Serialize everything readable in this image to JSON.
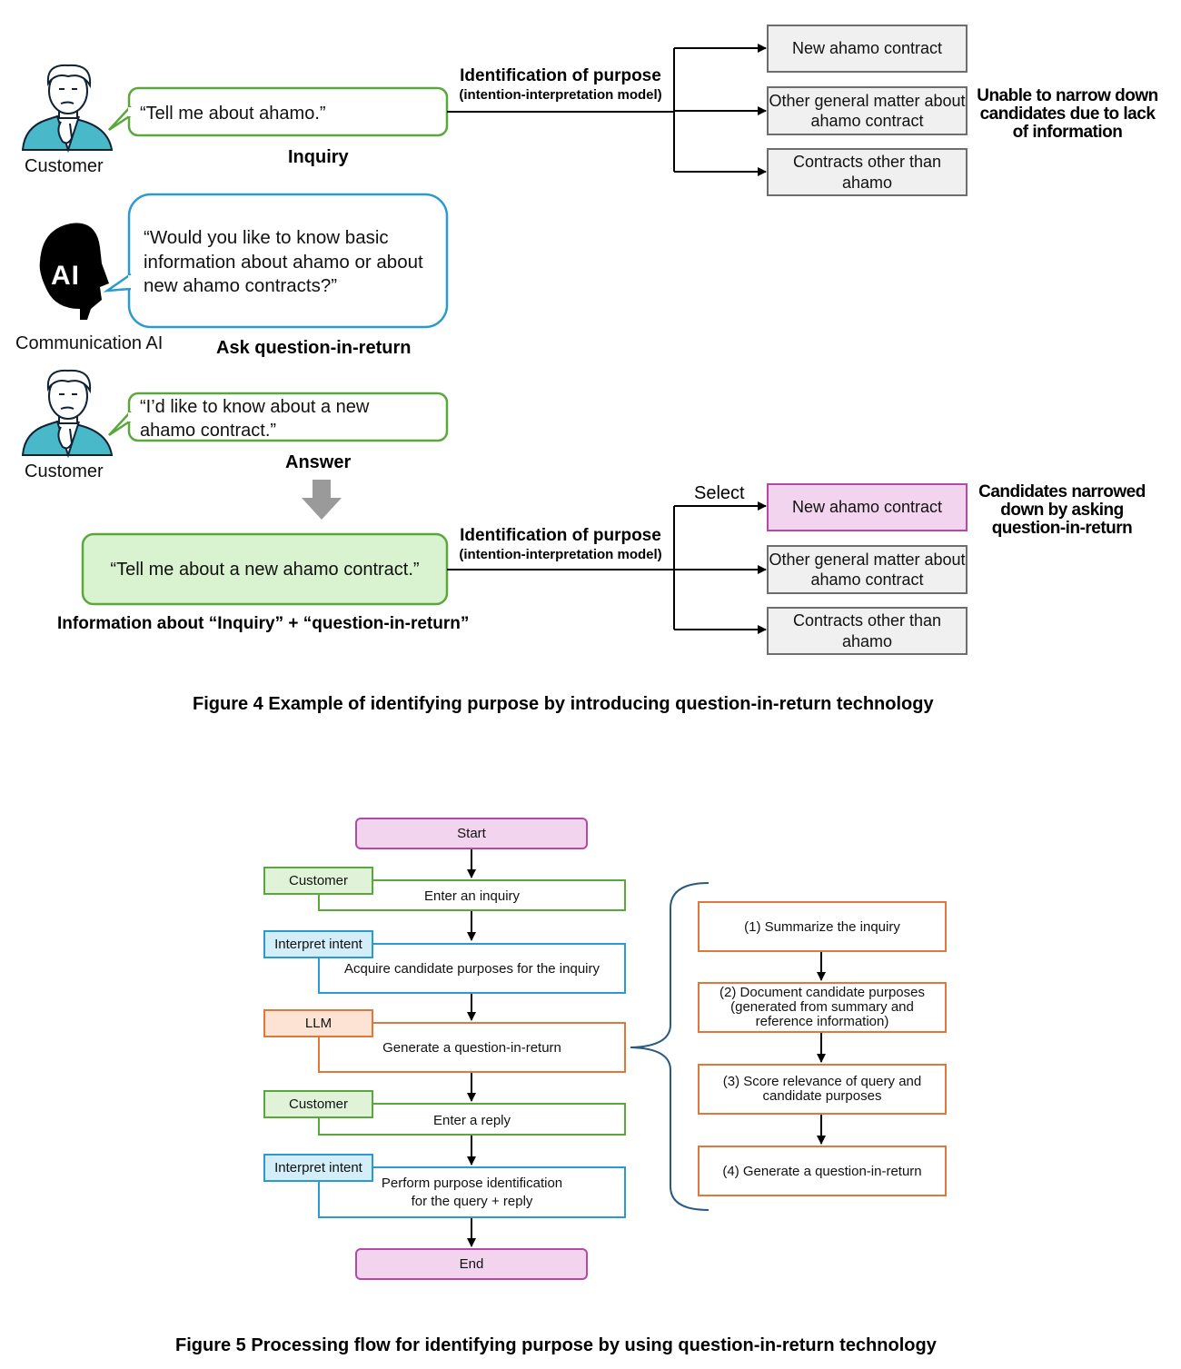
{
  "figure4": {
    "caption": "Figure 4  Example of identifying purpose by introducing question-in-return technology",
    "customer_label": "Customer",
    "ai_label": "Communication AI",
    "ai_icon_text": "AI",
    "inquiry_bubble": "“Tell me about ahamo.”",
    "inquiry_label": "Inquiry",
    "ai_bubble": "“Would you like to know basic information about ahamo or about new ahamo contracts?”",
    "ask_label": "Ask question-in-return",
    "answer_bubble": "“I’d like to know about a new ahamo contract.”",
    "answer_label": "Answer",
    "combined_bubble": "“Tell me about a new ahamo contract.”",
    "combined_label": "Information about “Inquiry” + “question-in-return”",
    "identification_title": "Identification of purpose",
    "identification_sub": "(intention-interpretation model)",
    "select_label": "Select",
    "candidates": [
      "New ahamo contract",
      "Other general matter about ahamo contract",
      "Contracts other than ahamo"
    ],
    "note_top": "Unable to narrow down candidates due to lack of information",
    "note_bottom": "Candidates narrowed down by asking question-in-return"
  },
  "figure5": {
    "caption": "Figure 5  Processing flow for identifying purpose by using question-in-return technology",
    "start": "Start",
    "end": "End",
    "steps": [
      {
        "tag": "Customer",
        "text": "Enter an inquiry"
      },
      {
        "tag": "Interpret intent",
        "text": "Acquire candidate purposes for the inquiry"
      },
      {
        "tag": "LLM",
        "text": "Generate a question-in-return"
      },
      {
        "tag": "Customer",
        "text": "Enter a reply"
      },
      {
        "tag": "Interpret intent",
        "text": "Perform purpose identification for the query + reply"
      }
    ],
    "substeps": [
      "(1) Summarize the inquiry",
      "(2) Document candidate purposes (generated from summary and reference information)",
      "(3) Score relevance of query and candidate purposes",
      "(4) Generate a question-in-return"
    ],
    "colors": {
      "customer": "#5aa83c",
      "interpret": "#2a9ad0",
      "llm": "#e0783a",
      "terminal": "#b24aa6"
    }
  }
}
